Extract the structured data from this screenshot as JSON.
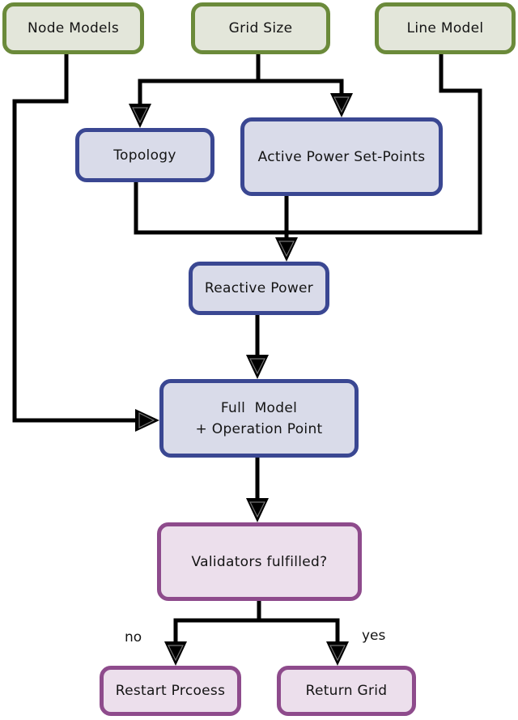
{
  "diagram": {
    "nodes": {
      "node_models": {
        "label": "Node Models"
      },
      "grid_size": {
        "label": "Grid Size"
      },
      "line_model": {
        "label": "Line Model"
      },
      "topology": {
        "label": "Topology"
      },
      "active_power": {
        "label": "Active Power Set-Points"
      },
      "reactive_power": {
        "label": "Reactive Power"
      },
      "full_model": {
        "label_line1": "Full  Model",
        "label_line2": "+ Operation Point"
      },
      "validators": {
        "label": "Validators fulfilled?"
      },
      "restart_process": {
        "label": "Restart Prcoess"
      },
      "return_grid": {
        "label": "Return Grid"
      }
    },
    "edge_labels": {
      "no": "no",
      "yes": "yes"
    },
    "colors": {
      "input_border": "#6b8a3a",
      "input_fill": "#e3e6da",
      "process_border": "#3a4792",
      "process_fill": "#d9dbe9",
      "decision_border": "#8e4b8c",
      "decision_fill": "#ecdfec",
      "line": "#000000"
    }
  }
}
